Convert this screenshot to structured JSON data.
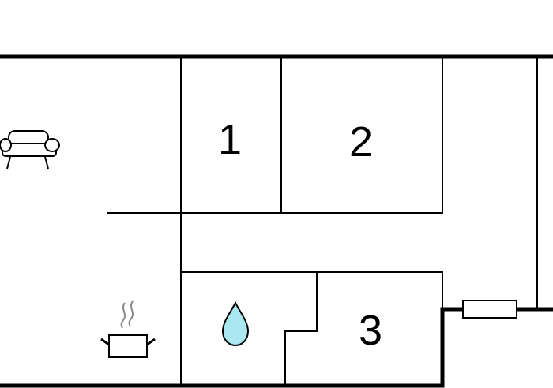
{
  "rooms": [
    {
      "id": "room-1",
      "label": "1"
    },
    {
      "id": "room-2",
      "label": "2"
    },
    {
      "id": "room-3",
      "label": "3"
    }
  ],
  "icons": {
    "living": "sofa-icon",
    "kitchen": "cooking-pot-icon",
    "bathroom": "water-drop-icon",
    "window": "window-icon"
  },
  "colors": {
    "wall": "#000000",
    "water": "#a9e8f0",
    "steam": "#888888",
    "background": "#ffffff"
  }
}
